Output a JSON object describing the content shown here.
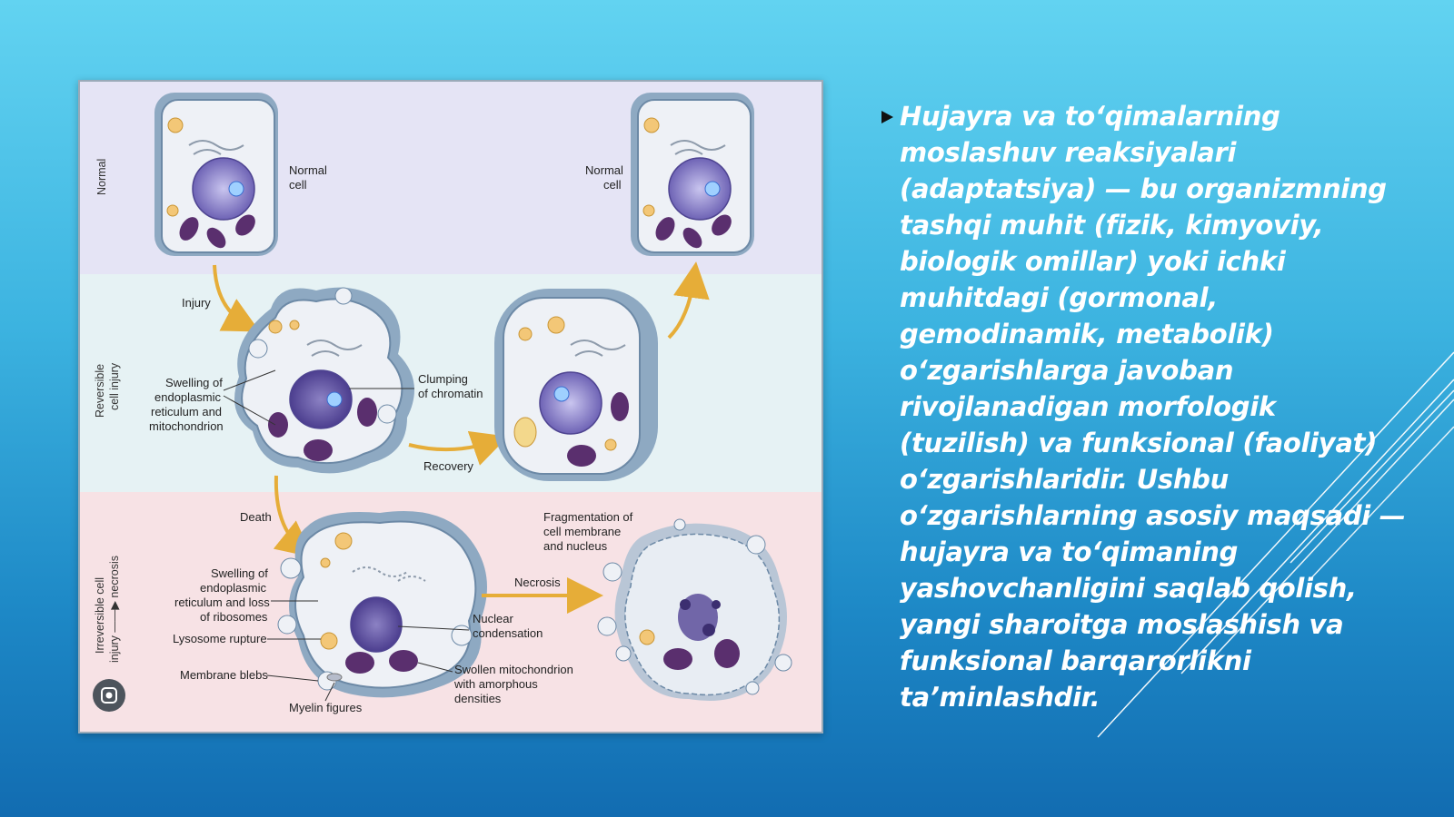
{
  "figure": {
    "row_labels": {
      "normal": "Normal",
      "reversible": [
        "Reversible",
        "cell injury"
      ],
      "irreversible": [
        "Irreversible cell",
        "injury ——▶ necrosis"
      ]
    },
    "labels": {
      "normal_cell_left": [
        "Normal",
        "cell"
      ],
      "normal_cell_right": [
        "Normal",
        "cell"
      ],
      "injury": "Injury",
      "swelling_er_mito": [
        "Swelling of",
        "endoplasmic",
        "reticulum and",
        "mitochondrion"
      ],
      "clumping": [
        "Clumping",
        "of chromatin"
      ],
      "recovery": "Recovery",
      "death": "Death",
      "fragmentation": [
        "Fragmentation of",
        "cell membrane",
        "and nucleus"
      ],
      "necrosis": "Necrosis",
      "swelling_er_ribo": [
        "Swelling of",
        "endoplasmic",
        "reticulum and loss",
        "of ribosomes"
      ],
      "lysosome": "Lysosome rupture",
      "blebs": "Membrane blebs",
      "myelin": "Myelin figures",
      "nuclear": [
        "Nuclear",
        "condensation"
      ],
      "swollen_mito": [
        "Swollen mitochondrion",
        "with amorphous",
        "densities"
      ]
    }
  },
  "slide": {
    "bullet_text": "Hujayra va to‘qimalarning moslashuv reaksiyalari (adaptatsiya) — bu organizmning tashqi muhit (fizik, kimyoviy, biologik omillar) yoki ichki muhitdagi (gormonal, gemodinamik, metabolik) o‘zgarishlarga javoban rivojlanadigan morfologik (tuzilish) va funksional (faoliyat) o‘zgarishlaridir. Ushbu o‘zgarishlarning asosiy maqsadi — hujayra va to‘qimaning yashovchanligini saqlab qolish, yangi sharoitga moslashish va funksional barqarorlikni ta’minlashdir."
  },
  "colors": {
    "bg_top": "#62d3f1",
    "bg_bottom": "#126cb1",
    "band_normal": "#e5e4f5",
    "band_reversible": "#e6f2f4",
    "band_irreversible": "#f7e2e5",
    "arrow": "#e6ad38",
    "cell_wall": "#8ea9c2",
    "nucleus": "#6e63b5",
    "mitochondrion": "#5a2f6e",
    "text": "#ffffff"
  },
  "icons": {
    "bullet": "triangle-bullet-icon",
    "lens": "lens-icon"
  }
}
